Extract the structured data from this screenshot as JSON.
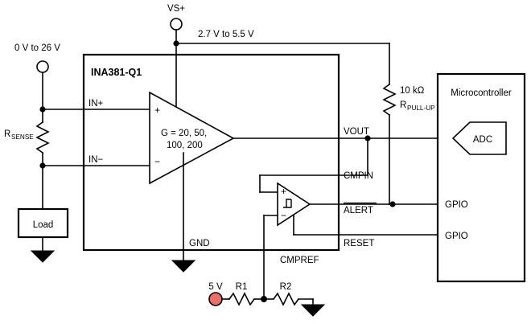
{
  "diagram": {
    "title": "INA381-Q1 current sense amplifier with comparator application circuit",
    "device_label": "INA381-Q1",
    "gain_line1": "G = 20, 50,",
    "gain_line2": "100, 200",
    "colors": {
      "wire": "#000000",
      "background": "#ffffff",
      "supply_node_fill": "#E8726B",
      "box_fill": "#ffffff"
    }
  },
  "terminals": {
    "load_supply": {
      "label": "0 V to 26 V",
      "type": "open-circle"
    },
    "vs_plus": {
      "label": "VS+",
      "type": "open-circle"
    },
    "vs_range": {
      "label": "2.7 V to  5.5 V"
    },
    "five_volt": {
      "label": "5 V",
      "type": "filled-circle"
    }
  },
  "ic_pins": {
    "in_plus": "IN+",
    "in_minus": "IN−",
    "vout": "VOUT",
    "cmpin": "CMPIN",
    "alert": "ALERT",
    "alert_active_low": true,
    "reset": "RESET",
    "gnd": "GND",
    "cmpref": "CMPREF"
  },
  "opamp": {
    "plus": "+",
    "minus": "−"
  },
  "comparator": {
    "plus": "+",
    "minus": "−",
    "symbol": "hysteresis"
  },
  "components": {
    "rsense": {
      "base": "R",
      "sub": "SENSE"
    },
    "rpullup": {
      "value": "10 kΩ",
      "base": "R",
      "sub": "PULL-UP"
    },
    "r1": "R1",
    "r2": "R2",
    "load": "Load"
  },
  "microcontroller": {
    "title": "Microcontroller",
    "adc": "ADC",
    "gpio_alert": "GPIO",
    "gpio_reset": "GPIO"
  }
}
